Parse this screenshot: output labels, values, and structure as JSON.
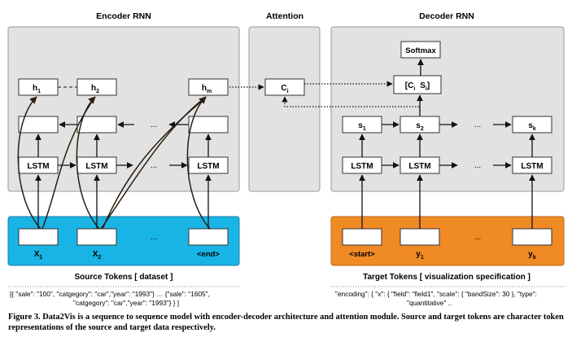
{
  "panels": {
    "encoder_title": "Encoder RNN",
    "attention_title": "Attention",
    "decoder_title": "Decoder RNN"
  },
  "encoder": {
    "hidden": {
      "h1_base": "h",
      "h1_sub": "1",
      "h2_base": "h",
      "h2_sub": "2",
      "hm_base": "h",
      "hm_sub": "m"
    },
    "lstm_label": "LSTM",
    "ellipsis": "..."
  },
  "attention": {
    "c_base": "C",
    "c_sub": "i"
  },
  "decoder": {
    "softmax": "Softmax",
    "concat": {
      "open": "[C",
      "c_sub": "i",
      "s_base": "S",
      "s_sub": "i",
      "close": "]"
    },
    "states": {
      "s1_base": "s",
      "s1_sub": "1",
      "s2_base": "s",
      "s2_sub": "2",
      "sk_base": "s",
      "sk_sub": "k"
    },
    "lstm_label": "LSTM",
    "ellipsis": "..."
  },
  "source": {
    "tokens": {
      "x1_base": "X",
      "x1_sub": "1",
      "x2_base": "X",
      "x2_sub": "2",
      "end": "<end>"
    },
    "ellipsis": "...",
    "label": "Source Tokens [ dataset ]",
    "example_line1": "[{ \"sale\": \"100\", \"catgegory\": \"car\",\"year\": \"1993\"} … {\"sale\": \"1605\",",
    "example_line2": "\"catgegory\": \"car\",\"year\": \"1993\"} } ]"
  },
  "target": {
    "tokens": {
      "start": "<start>",
      "y1_base": "y",
      "y1_sub": "1",
      "yk_base": "y",
      "yk_sub": "k"
    },
    "ellipsis": "...",
    "label": "Target Tokens [ visualization specification ]",
    "example_line1": "\"encoding\": { \"x\": { \"field\": \"field1\", \"scale\": { \"bandSize\": 30 }, \"type\":",
    "example_line2": "\"quantitative\" .."
  },
  "caption": {
    "prefix": "Figure 3.",
    "text": " Data2Vis is a sequence to sequence model with encoder-decoder architecture and attention module. Source and target tokens are character token representations of the source and target data respectively."
  },
  "colors": {
    "panel_fill": "#e2e2e2",
    "panel_stroke": "#9a9a9a",
    "source_fill": "#19b4e6",
    "target_fill": "#f08a24",
    "arrow_dark": "#2a1d10"
  }
}
